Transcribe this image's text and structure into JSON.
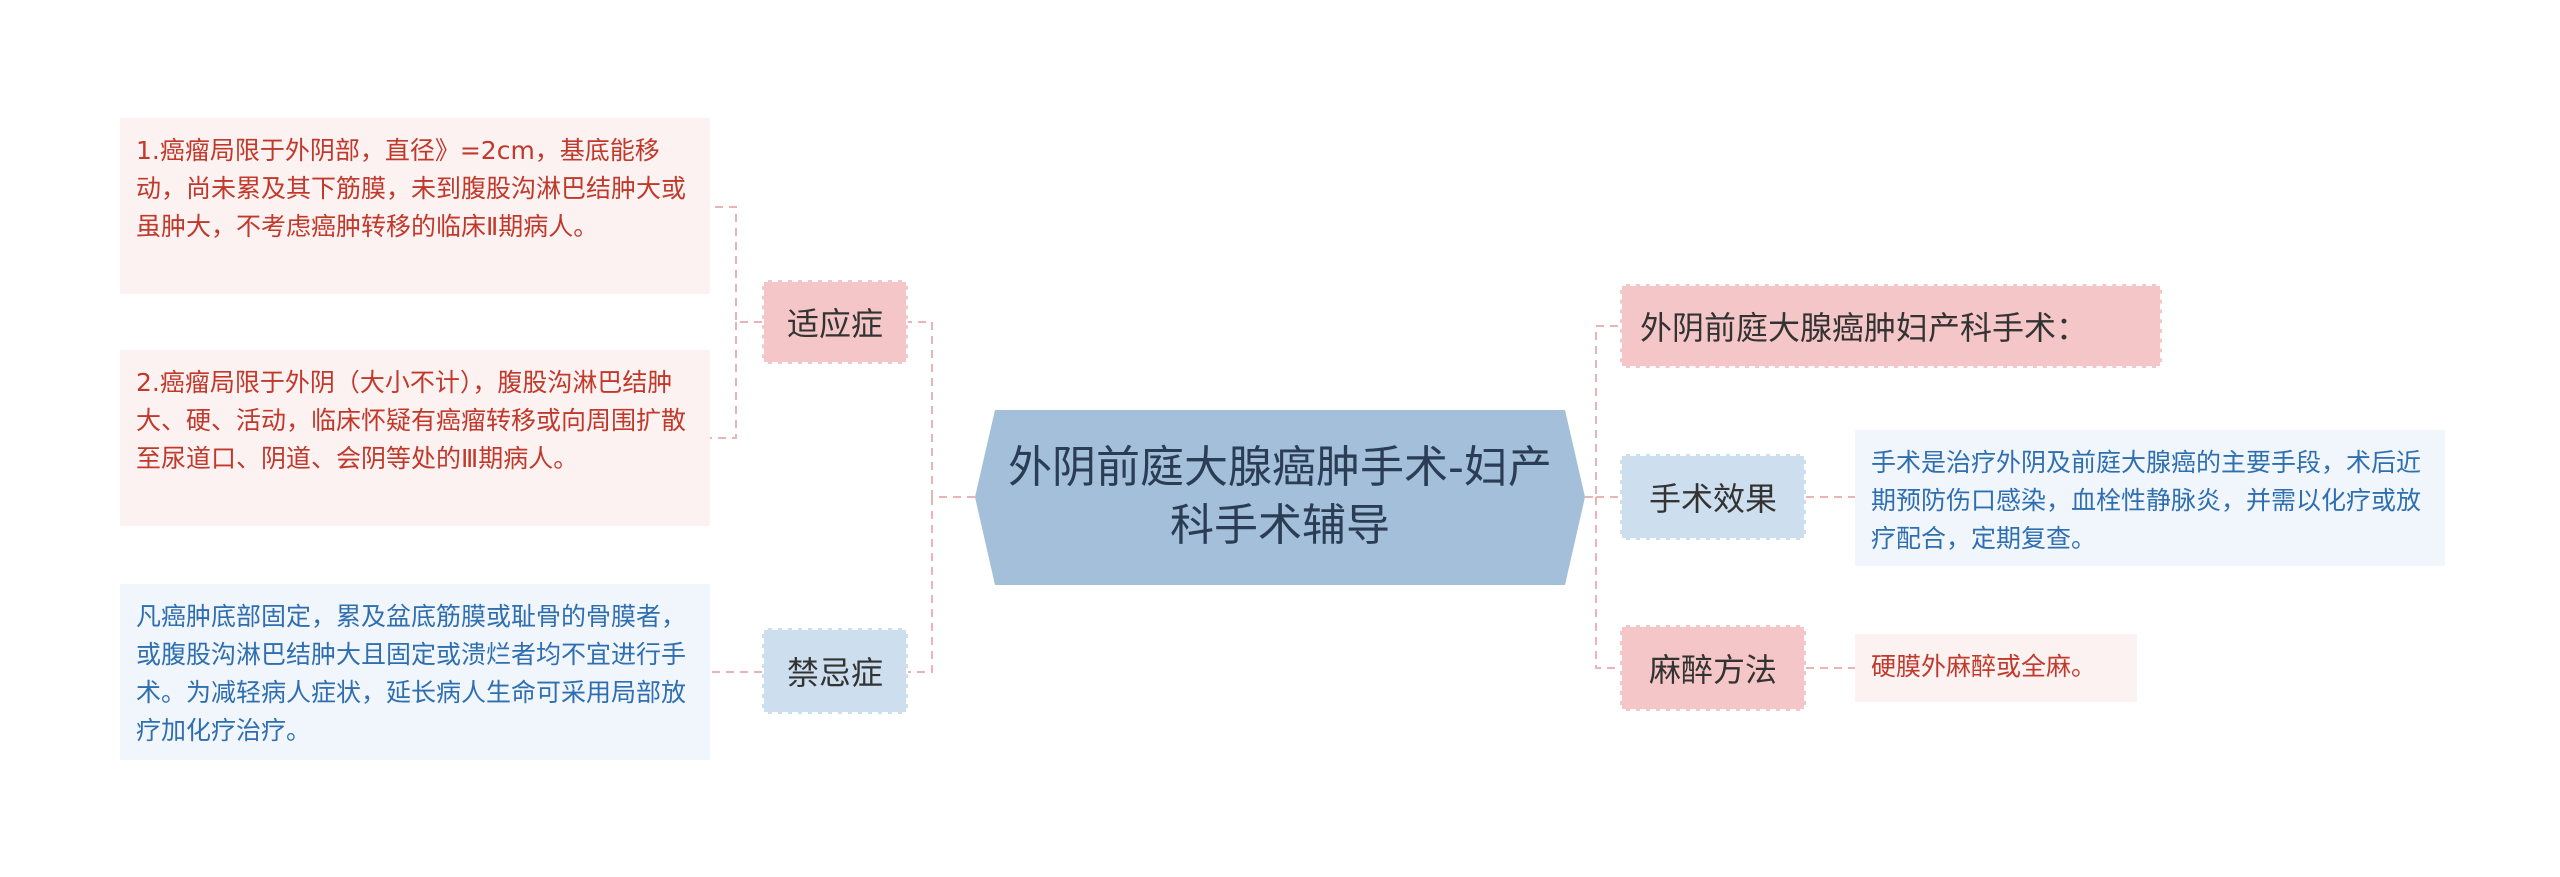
{
  "root": {
    "title": "外阴前庭大腺癌肿手术-妇产科手术辅导"
  },
  "left": {
    "indications": {
      "label": "适应症",
      "items": [
        "1.癌瘤局限于外阴部，直径》=2cm，基底能移动，尚未累及其下筋膜，未到腹股沟淋巴结肿大或虽肿大，不考虑癌肿转移的临床Ⅱ期病人。",
        "2.癌瘤局限于外阴（大小不计），腹股沟淋巴结肿大、硬、活动，临床怀疑有癌瘤转移或向周围扩散至尿道口、阴道、会阴等处的Ⅲ期病人。"
      ]
    },
    "contraindications": {
      "label": "禁忌症",
      "items": [
        "凡癌肿底部固定，累及盆底筋膜或耻骨的骨膜者，或腹股沟淋巴结肿大且固定或溃烂者均不宜进行手术。为减轻病人症状，延长病人生命可采用局部放疗加化疗治疗。"
      ]
    }
  },
  "right": {
    "header": {
      "label": "外阴前庭大腺癌肿妇产科手术："
    },
    "effect": {
      "label": "手术效果",
      "detail": "手术是治疗外阴及前庭大腺癌的主要手段，术后近期预防伤口感染，血栓性静脉炎，并需以化疗或放疗配合，定期复查。"
    },
    "anesthesia": {
      "label": "麻醉方法",
      "detail": "硬膜外麻醉或全麻。"
    }
  },
  "colors": {
    "root_fill": "#a3bfd9",
    "red_category": "#f5c6c7",
    "blue_category": "#cddeee",
    "red_leaf_bg": "#fdf2f2",
    "blue_leaf_bg": "#f1f6fc",
    "red_text": "#c0392b",
    "blue_text": "#2f6fb0",
    "connector": "#e8b4b6"
  }
}
